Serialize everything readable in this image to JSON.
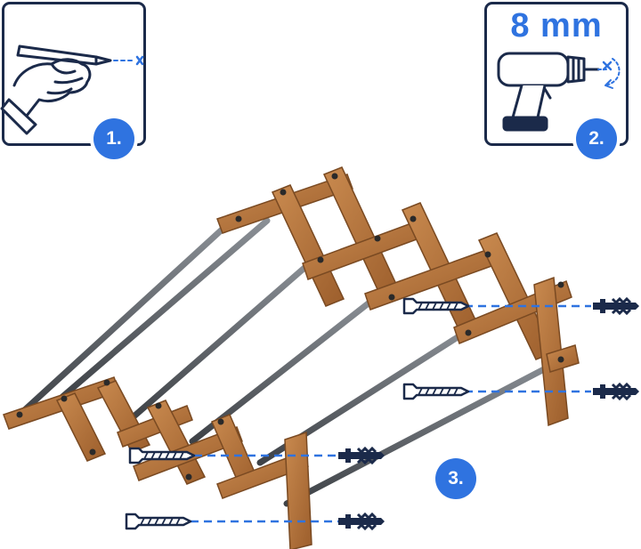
{
  "steps": {
    "mark": {
      "number": "1."
    },
    "drill": {
      "number": "2.",
      "size_label": "8 mm"
    },
    "mount": {
      "number": "3."
    }
  },
  "icons": {
    "panel_1": "hand-marking-pencil-icon",
    "panel_2": "drill-icon",
    "fasteners": [
      "screw-icon",
      "wall-plug-icon"
    ]
  },
  "colors": {
    "accent": "#2f73e0",
    "outline": "#1b2a4a",
    "wood": "#b5763f",
    "rod": "#5a5e63"
  }
}
